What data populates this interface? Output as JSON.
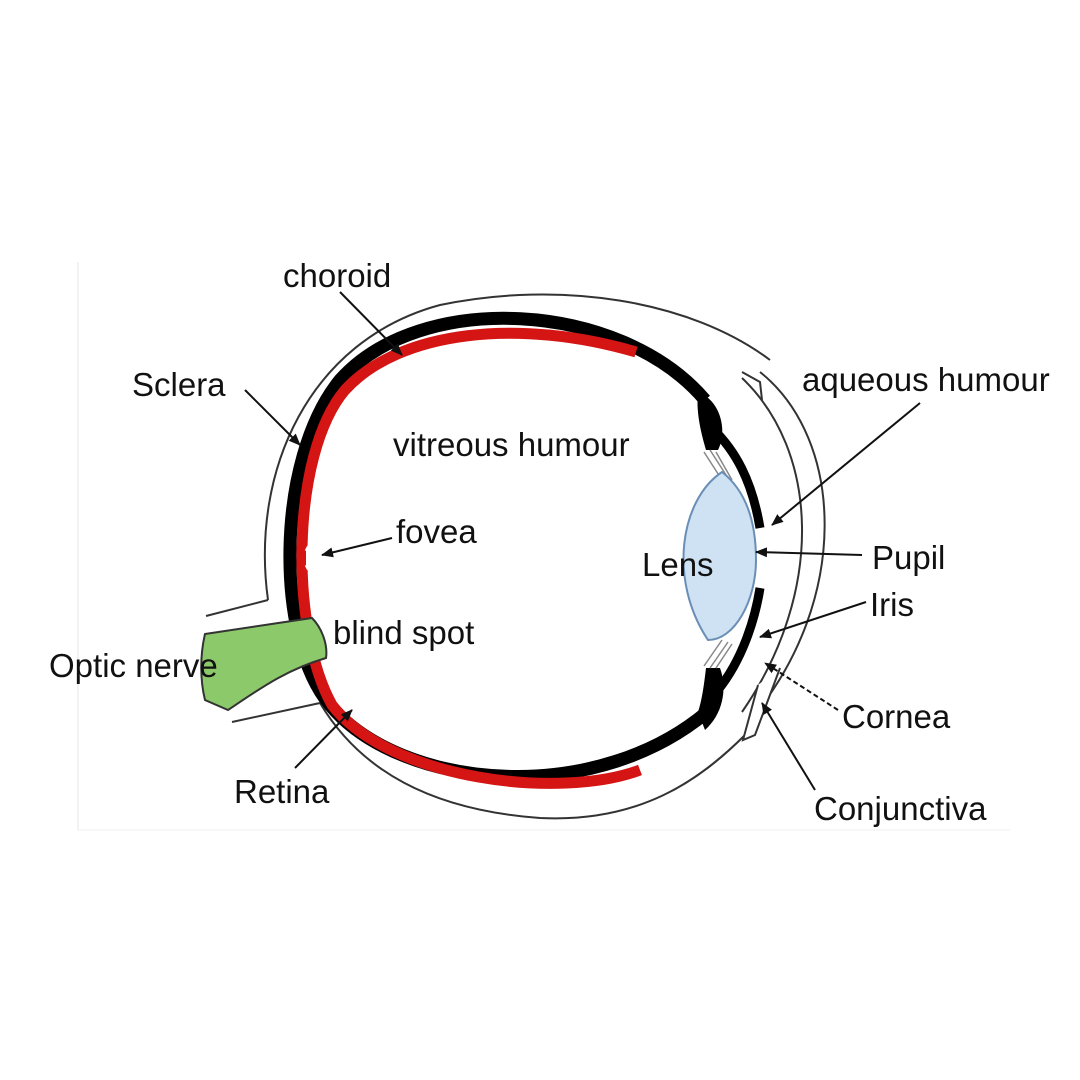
{
  "labels": {
    "choroid": "choroid",
    "sclera": "Sclera",
    "vitreous_humour": "vitreous humour",
    "fovea": "fovea",
    "lens": "Lens",
    "optic_nerve": "Optic nerve",
    "blind_spot": "blind spot",
    "retina": "Retina",
    "aqueous_humour": "aqueous humour",
    "pupil": "Pupil",
    "iris": "Iris",
    "cornea": "Cornea",
    "conjunctiva": "Conjunctiva"
  },
  "colors": {
    "retina": "#d51414",
    "choroid": "#000000",
    "optic_nerve": "#8cc96b",
    "lens": "#cfe2f3",
    "outline": "#333333"
  }
}
